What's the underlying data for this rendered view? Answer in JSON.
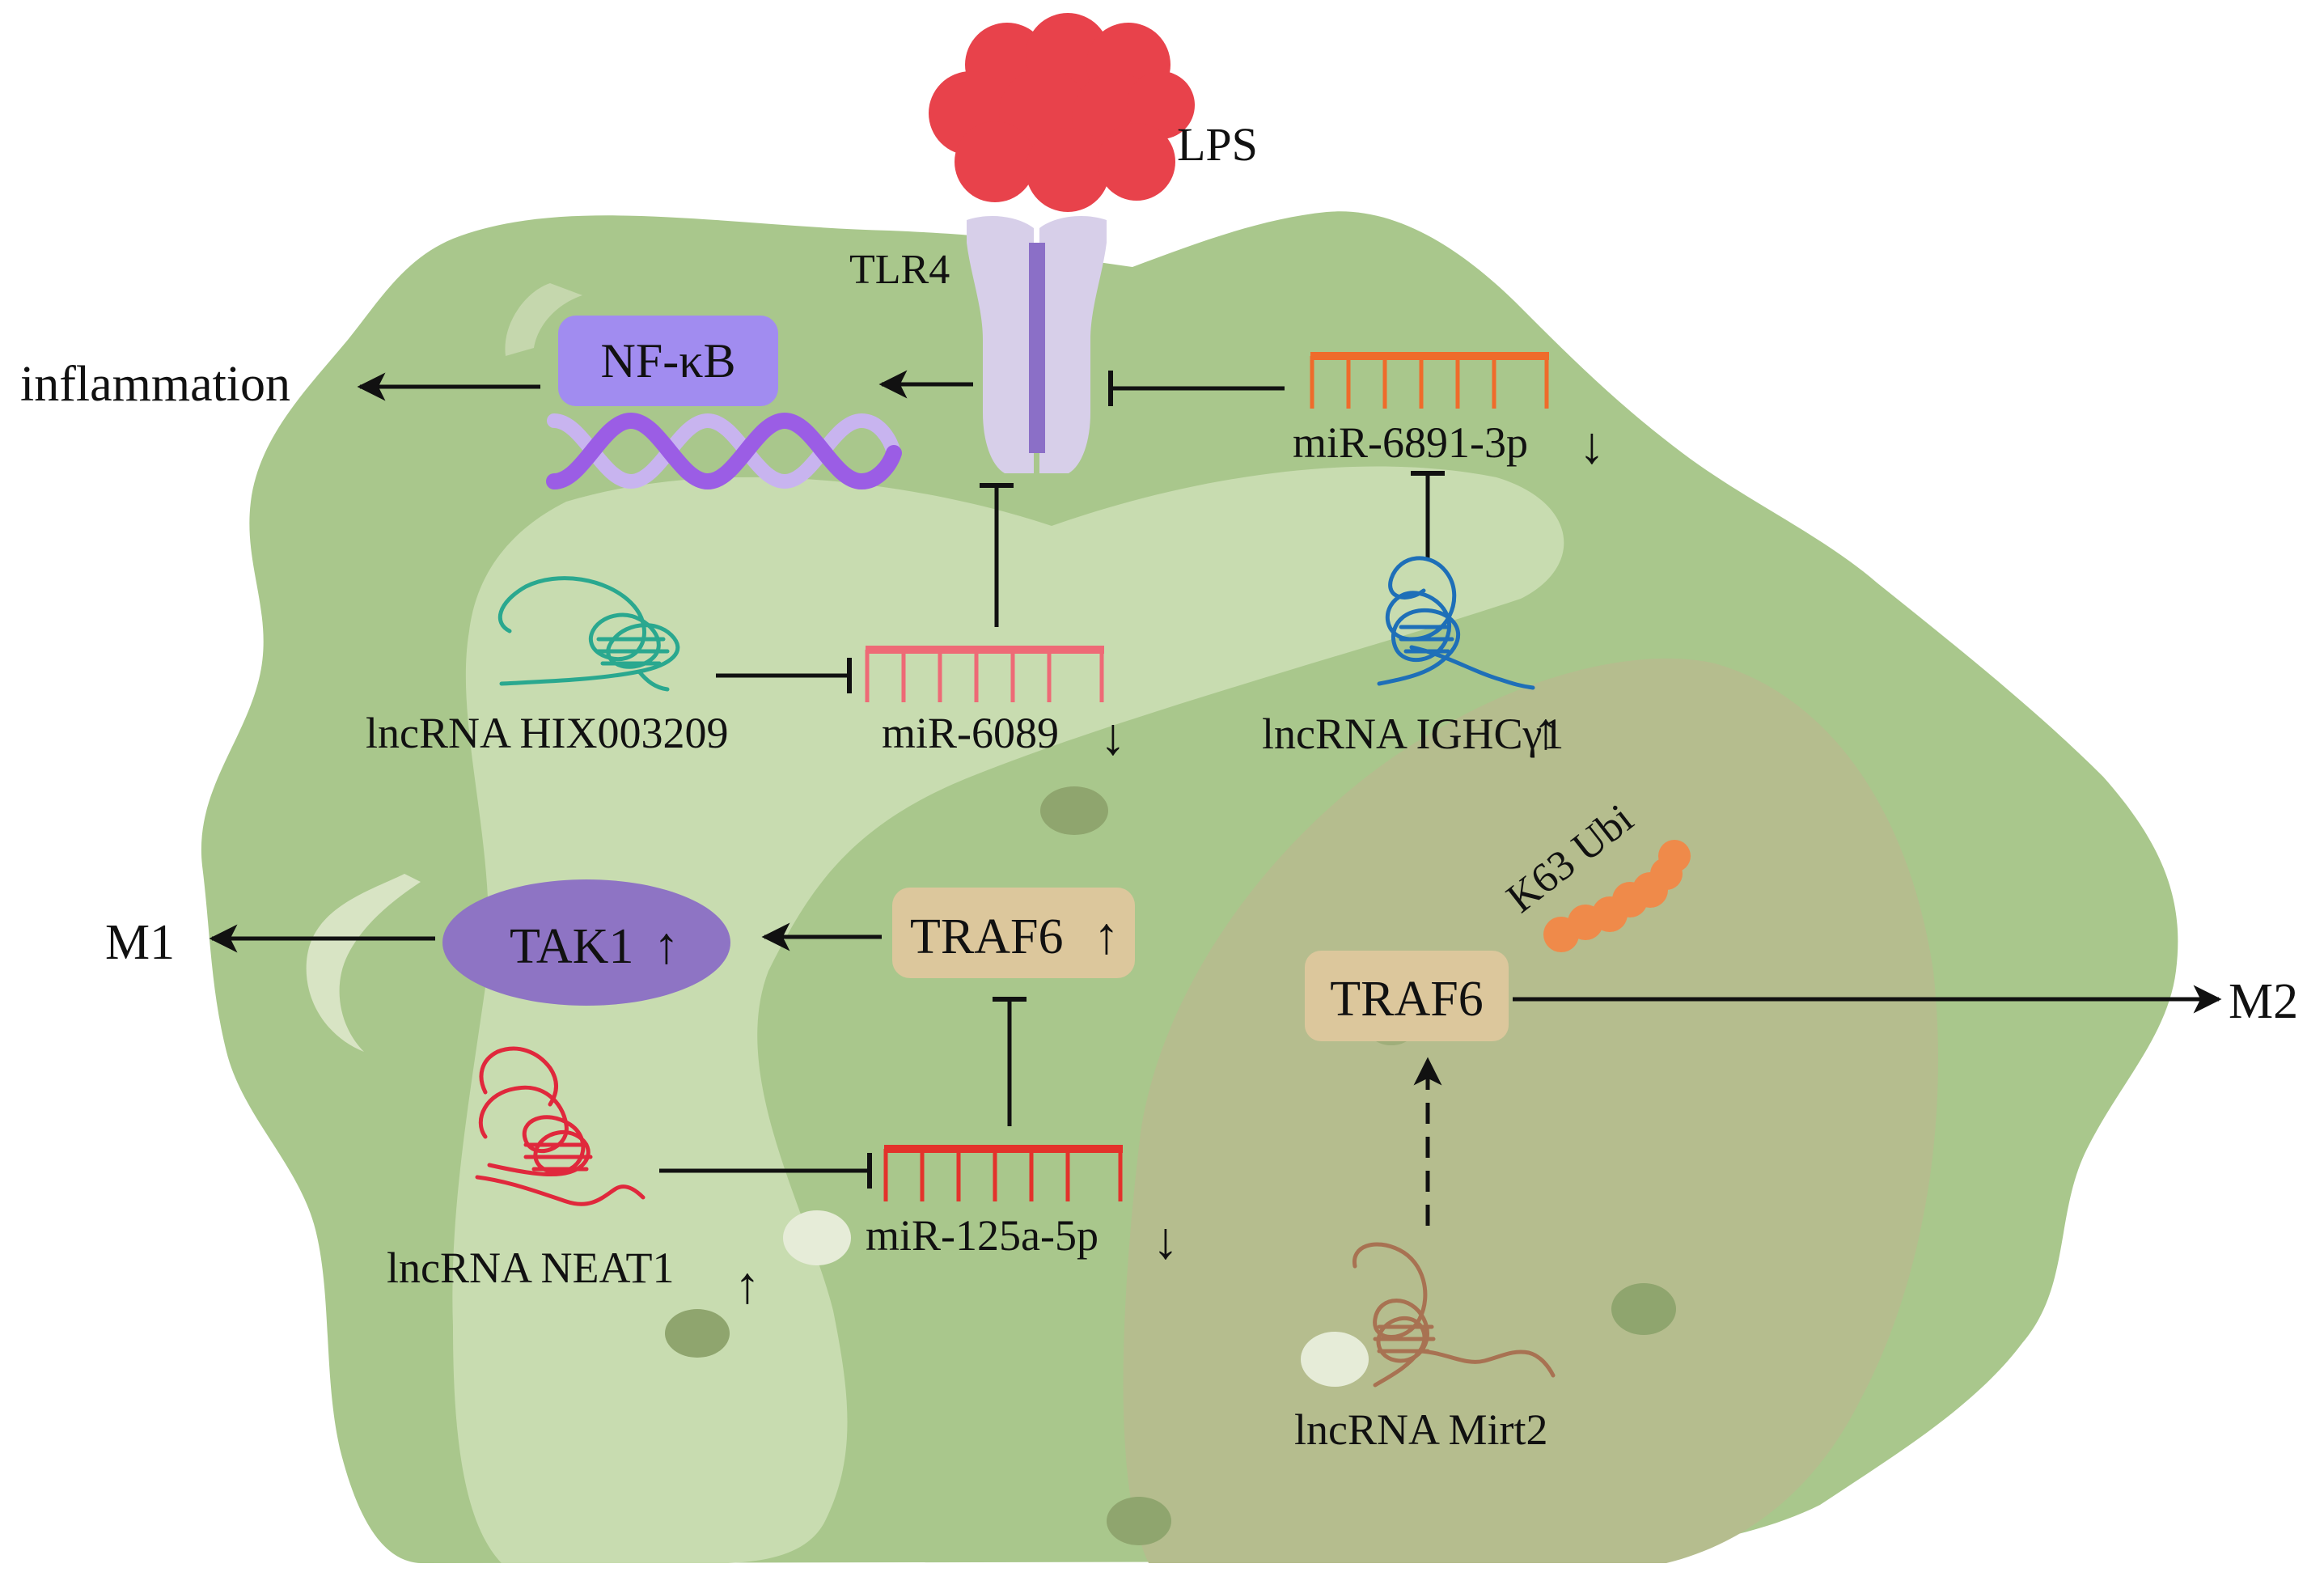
{
  "colors": {
    "background": "#ffffff",
    "cell": "#a9c78c",
    "cell_light": "#c8dcb0",
    "nucleus": "#b5bd8e",
    "lps": "#e8424b",
    "receptor": "#d7cfe9",
    "receptor_core": "#8b6fc7",
    "nfkb_box": "#a18cf0",
    "dna": "#9b5de5",
    "mir_orange": "#ef6b2b",
    "mir_pink": "#ee6a76",
    "mir_red": "#e3322b",
    "traf6_box": "#dcc79c",
    "tak1": "#8e74c4",
    "ubi": "#ef8a4a",
    "lnc_teal": "#2aa88f",
    "lnc_blue": "#1e6fb8",
    "lnc_red": "#e0283c",
    "lnc_brown": "#a87252",
    "arrow": "#111111"
  },
  "labels": {
    "lps": "LPS",
    "tlr4": "TLR4",
    "nfkb": "NF-κB",
    "inflammation": "inflammation",
    "mir6891": "miR-6891-3p",
    "mir6089": "miR-6089",
    "mir125a": "miR-125a-5p",
    "lnc_hix": "lncRNA HIX003209",
    "lnc_ighc": "lncRNA IGHCγ1",
    "lnc_neat1": "lncRNA NEAT1",
    "lnc_mirt2": "lncRNA Mirt2",
    "traf6_left": "TRAF6",
    "traf6_right": "TRAF6",
    "tak1": "TAK1",
    "k63": "K63 Ubi",
    "m1": "M1",
    "m2": "M2",
    "up_arrow": "↑",
    "down_arrow": "↓"
  },
  "icons": [
    "lps-cluster-icon",
    "tlr4-receptor-icon",
    "dna-helix-icon",
    "mirna-comb-icon",
    "lncrna-coil-icon",
    "ubiquitin-chain-icon"
  ]
}
